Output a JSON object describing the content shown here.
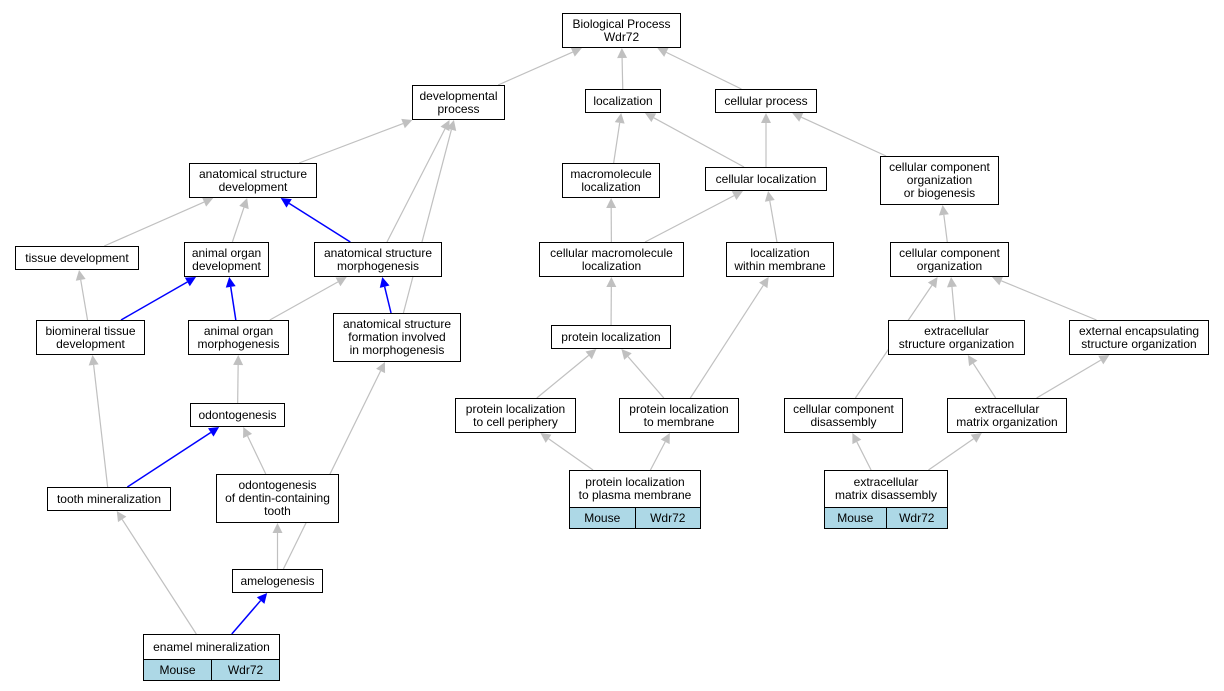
{
  "graph": {
    "colors": {
      "is_a": "#c0c0c0",
      "part_of": "#0000ff",
      "annotation": "#add8e6"
    },
    "nodes": {
      "bp": "Biological Process\nWdr72",
      "devproc": "developmental\nprocess",
      "loc": "localization",
      "cellproc": "cellular process",
      "asd": "anatomical structure\ndevelopment",
      "macloc": "macromolecule\nlocalization",
      "cellloc": "cellular localization",
      "ccob": "cellular component\norganization\nor biogenesis",
      "tissuedev": "tissue development",
      "aod": "animal organ\ndevelopment",
      "asm": "anatomical structure\nmorphogenesis",
      "cmloc": "cellular macromolecule\nlocalization",
      "lwm": "localization\nwithin membrane",
      "cco": "cellular component\norganization",
      "btd": "biomineral tissue\ndevelopment",
      "aom": "animal organ\nmorphogenesis",
      "asfim": "anatomical structure\nformation involved\nin morphogenesis",
      "protloc": "protein localization",
      "eso": "extracellular\nstructure organization",
      "eeso": "external encapsulating\nstructure organization",
      "odonto": "odontogenesis",
      "plcp": "protein localization\nto cell periphery",
      "plm": "protein localization\nto membrane",
      "ccd": "cellular component\ndisassembly",
      "emo": "extracellular\nmatrix organization",
      "toothmin": "tooth mineralization",
      "odontodct": "odontogenesis\nof dentin-containing\ntooth",
      "amelo": "amelogenesis"
    },
    "leaves": {
      "plpm": {
        "label": "protein localization\nto plasma membrane",
        "organism": "Mouse",
        "gene": "Wdr72"
      },
      "emd": {
        "label": "extracellular\nmatrix disassembly",
        "organism": "Mouse",
        "gene": "Wdr72"
      },
      "enamel": {
        "label": "enamel mineralization",
        "organism": "Mouse",
        "gene": "Wdr72"
      }
    },
    "edges": [
      {
        "from": "devproc",
        "to": "bp",
        "type": "is_a"
      },
      {
        "from": "loc",
        "to": "bp",
        "type": "is_a"
      },
      {
        "from": "cellproc",
        "to": "bp",
        "type": "is_a"
      },
      {
        "from": "asd",
        "to": "devproc",
        "type": "is_a"
      },
      {
        "from": "asm",
        "to": "devproc",
        "type": "is_a"
      },
      {
        "from": "asfim",
        "to": "devproc",
        "type": "is_a"
      },
      {
        "from": "macloc",
        "to": "loc",
        "type": "is_a"
      },
      {
        "from": "cellloc",
        "to": "loc",
        "type": "is_a"
      },
      {
        "from": "cellloc",
        "to": "cellproc",
        "type": "is_a"
      },
      {
        "from": "ccob",
        "to": "cellproc",
        "type": "is_a"
      },
      {
        "from": "tissuedev",
        "to": "asd",
        "type": "is_a"
      },
      {
        "from": "aod",
        "to": "asd",
        "type": "is_a"
      },
      {
        "from": "asm",
        "to": "asd",
        "type": "part_of"
      },
      {
        "from": "cmloc",
        "to": "macloc",
        "type": "is_a"
      },
      {
        "from": "cmloc",
        "to": "cellloc",
        "type": "is_a"
      },
      {
        "from": "lwm",
        "to": "cellloc",
        "type": "is_a"
      },
      {
        "from": "cco",
        "to": "ccob",
        "type": "is_a"
      },
      {
        "from": "btd",
        "to": "tissuedev",
        "type": "is_a"
      },
      {
        "from": "btd",
        "to": "aod",
        "type": "part_of"
      },
      {
        "from": "aom",
        "to": "aod",
        "type": "part_of"
      },
      {
        "from": "aom",
        "to": "asm",
        "type": "is_a"
      },
      {
        "from": "asfim",
        "to": "asm",
        "type": "part_of"
      },
      {
        "from": "protloc",
        "to": "cmloc",
        "type": "is_a"
      },
      {
        "from": "eso",
        "to": "cco",
        "type": "is_a"
      },
      {
        "from": "eeso",
        "to": "cco",
        "type": "is_a"
      },
      {
        "from": "ccd",
        "to": "cco",
        "type": "is_a"
      },
      {
        "from": "odonto",
        "to": "aom",
        "type": "is_a"
      },
      {
        "from": "plcp",
        "to": "protloc",
        "type": "is_a"
      },
      {
        "from": "plm",
        "to": "protloc",
        "type": "is_a"
      },
      {
        "from": "plm",
        "to": "lwm",
        "type": "is_a"
      },
      {
        "from": "emo",
        "to": "eso",
        "type": "is_a"
      },
      {
        "from": "emo",
        "to": "eeso",
        "type": "is_a"
      },
      {
        "from": "toothmin",
        "to": "btd",
        "type": "is_a"
      },
      {
        "from": "toothmin",
        "to": "odonto",
        "type": "part_of"
      },
      {
        "from": "odontodct",
        "to": "odonto",
        "type": "is_a"
      },
      {
        "from": "amelo",
        "to": "odontodct",
        "type": "is_a"
      },
      {
        "from": "amelo",
        "to": "asfim",
        "type": "is_a"
      },
      {
        "from": "plpm",
        "to": "plcp",
        "type": "is_a"
      },
      {
        "from": "plpm",
        "to": "plm",
        "type": "is_a"
      },
      {
        "from": "emd",
        "to": "ccd",
        "type": "is_a"
      },
      {
        "from": "emd",
        "to": "emo",
        "type": "is_a"
      },
      {
        "from": "enamel",
        "to": "toothmin",
        "type": "is_a"
      },
      {
        "from": "enamel",
        "to": "amelo",
        "type": "part_of"
      }
    ]
  }
}
